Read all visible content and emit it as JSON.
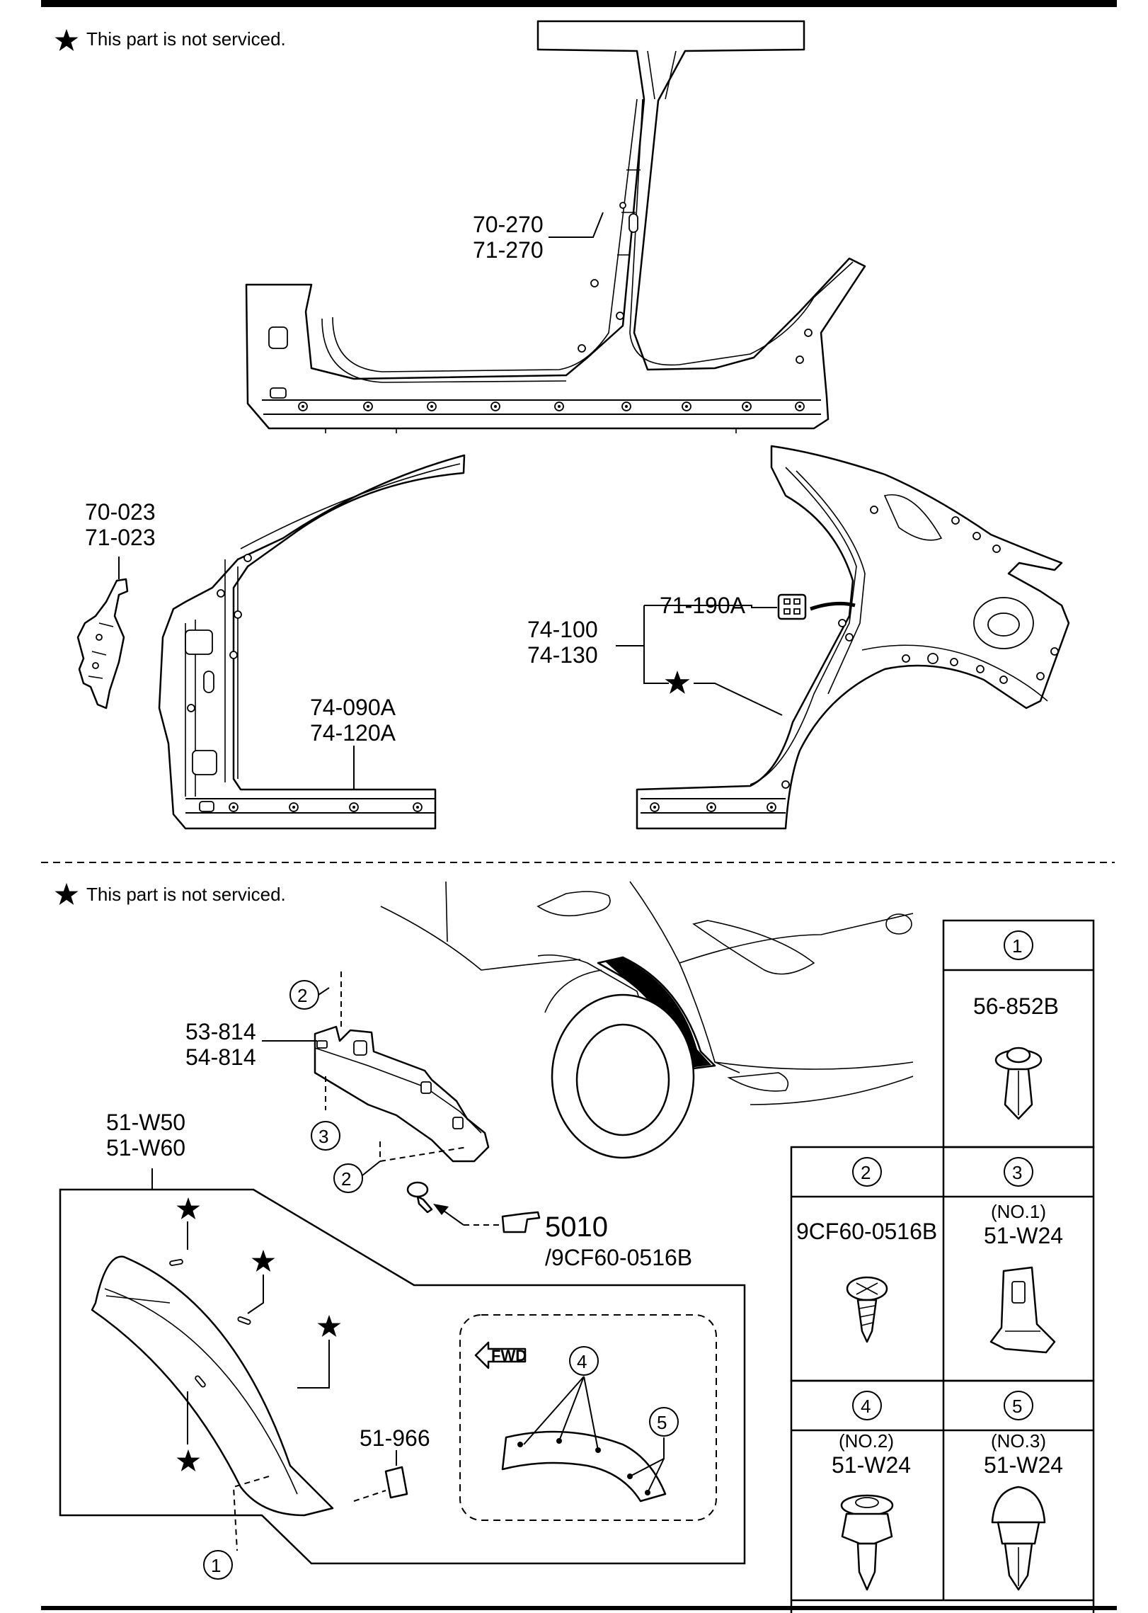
{
  "top_section": {
    "note": "This part is not serviced.",
    "labels": {
      "center_pillar_a": "70-270",
      "center_pillar_b": "71-270",
      "front_reinf_a": "70-023",
      "front_reinf_b": "71-023",
      "front_panel_a": "74-090A",
      "front_panel_b": "74-120A",
      "rear_panel_a": "74-100",
      "rear_panel_b": "74-130",
      "rear_clip": "71-190A"
    }
  },
  "bottom_section": {
    "note": "This part is not serviced.",
    "labels": {
      "bracket_a": "53-814",
      "bracket_b": "54-814",
      "molding_a": "51-W50",
      "molding_b": "51-W60",
      "pad": "51-966",
      "ref_main": "5010",
      "ref_sub": "/9CF60-0516B",
      "fwd": "FWD"
    },
    "callouts": [
      "1",
      "2",
      "3",
      "4",
      "5"
    ]
  },
  "parts_table": {
    "cells": [
      {
        "num": "1",
        "note": "",
        "part": "56-852B",
        "icon": "push-clip-icon"
      },
      {
        "num": "2",
        "note": "",
        "part": "9CF60-0516B",
        "icon": "screw-icon"
      },
      {
        "num": "3",
        "note": "(NO.1)",
        "part": "51-W24",
        "icon": "molding-clip-icon"
      },
      {
        "num": "4",
        "note": "(NO.2)",
        "part": "51-W24",
        "icon": "round-clip-icon"
      },
      {
        "num": "5",
        "note": "(NO.3)",
        "part": "51-W24",
        "icon": "dome-clip-icon"
      }
    ]
  }
}
